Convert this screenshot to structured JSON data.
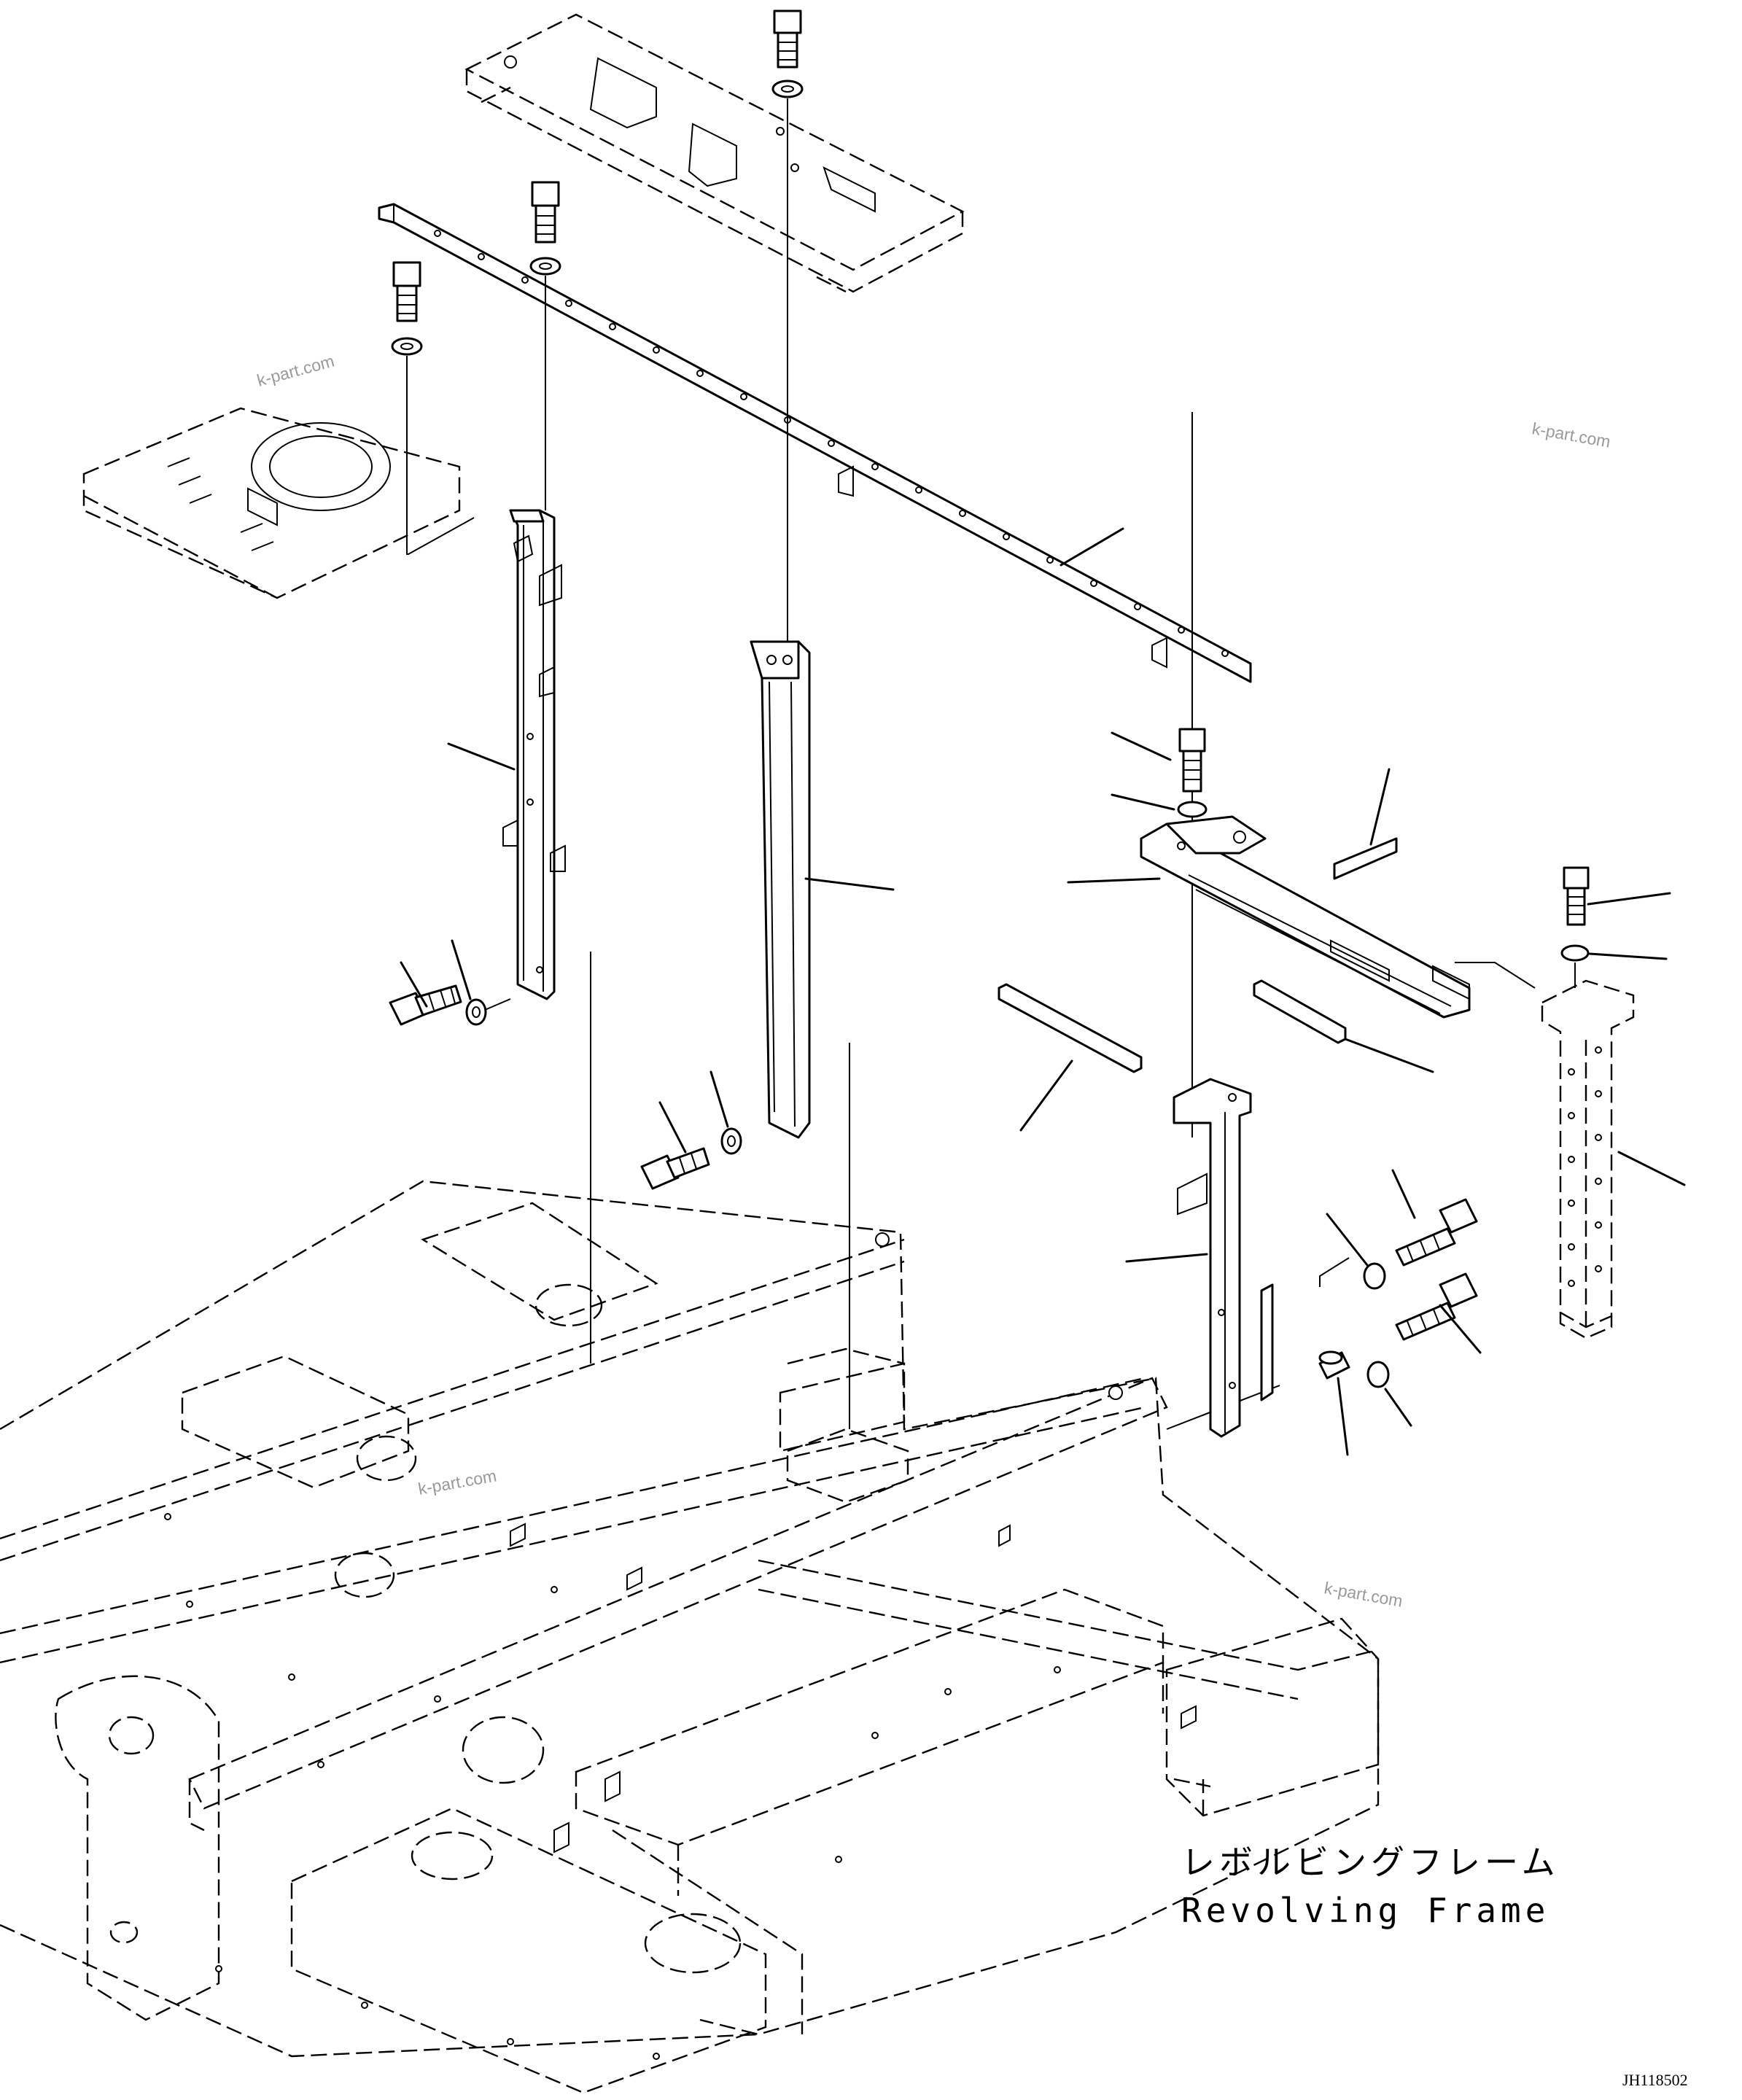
{
  "diagram": {
    "frame_label_jp": "レボルビングフレーム",
    "frame_label_en": "Revolving Frame",
    "drawing_code": "JH118502",
    "watermarks": [
      "k-part.com",
      "k-part.com",
      "k-part.com",
      "k-part.com"
    ]
  }
}
